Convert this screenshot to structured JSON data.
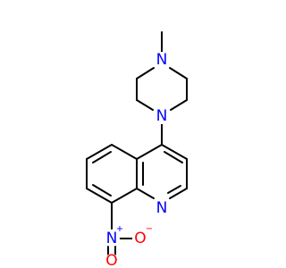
{
  "molecule": {
    "atoms": {
      "n_methyl": "N",
      "n_aryl": "N",
      "n_ring": "N",
      "n_nitro": "N",
      "o_right": "O",
      "o_bottom": "O"
    },
    "charges": {
      "n_nitro": "+",
      "o_right": "−"
    }
  },
  "colors": {
    "bond": "#000000",
    "nitrogen": "#0000ff",
    "oxygen": "#ff0000"
  }
}
